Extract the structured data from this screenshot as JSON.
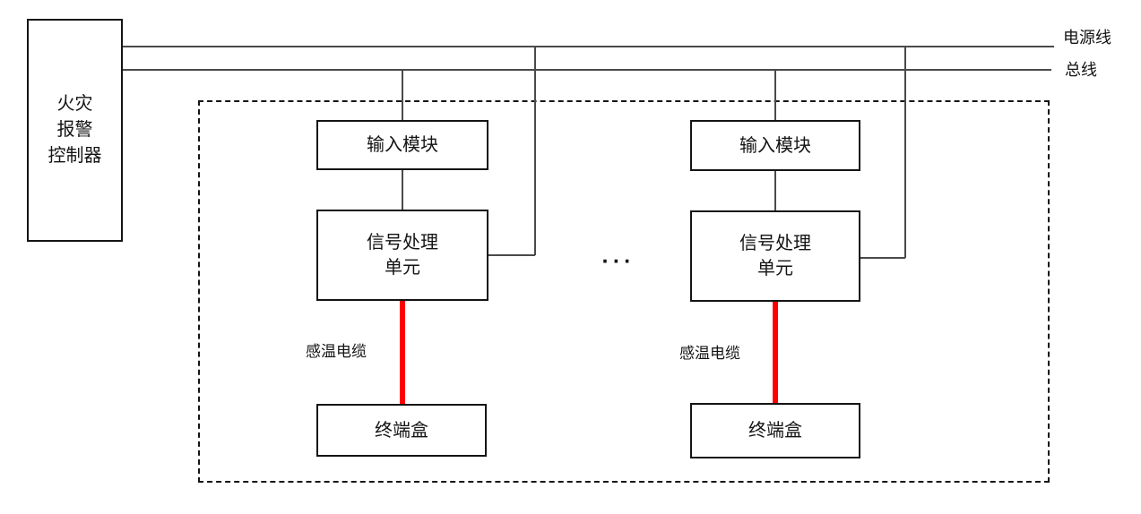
{
  "controller": {
    "label": "火灾\n报警\n控制器"
  },
  "trunk_lines": {
    "power_label": "电源线",
    "bus_label": "总线"
  },
  "ellipsis": "···",
  "subsystems": [
    {
      "input_module": "输入模块",
      "signal_unit": "信号处理\n单元",
      "cable_label": "感温电缆",
      "terminal_box": "终端盒"
    },
    {
      "input_module": "输入模块",
      "signal_unit": "信号处理\n单元",
      "cable_label": "感温电缆",
      "terminal_box": "终端盒"
    }
  ],
  "colors": {
    "sensing_cable": "#ff0000",
    "wire": "#4a4a4a",
    "box_border": "#141414"
  }
}
